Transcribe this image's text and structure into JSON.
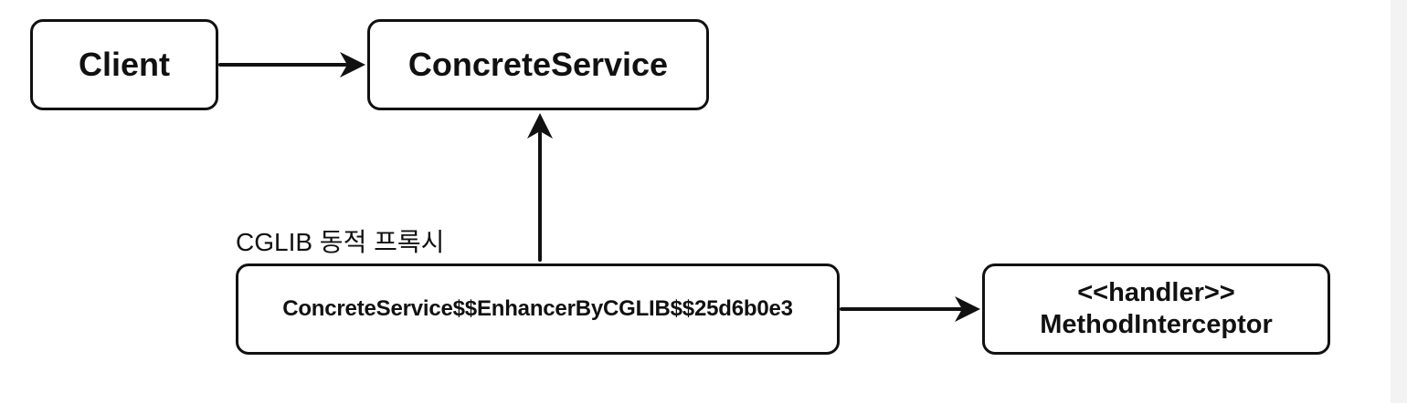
{
  "diagram": {
    "client": {
      "label": "Client"
    },
    "concrete_service": {
      "label": "ConcreteService"
    },
    "proxy": {
      "caption": "CGLIB 동적 프록시",
      "label": "ConcreteService$$EnhancerByCGLIB$$25d6b0e3"
    },
    "handler": {
      "stereotype": "<<handler>>",
      "label": "MethodInterceptor"
    }
  }
}
